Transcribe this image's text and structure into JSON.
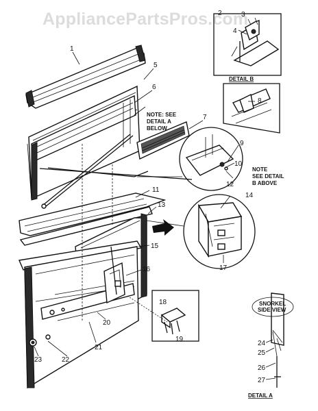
{
  "watermark": "AppliancePartsPros.com",
  "callouts": {
    "n1": "1",
    "n2": "2",
    "n3": "3",
    "n4": "4",
    "n5": "5",
    "n6": "6",
    "n7": "7",
    "n8": "8",
    "n9": "9",
    "n10": "10",
    "n11": "11",
    "n12": "12",
    "n13": "13",
    "n14": "14",
    "n15": "15",
    "n16": "16",
    "n17": "17",
    "n18": "18",
    "n19": "19",
    "n20": "20",
    "n21": "21",
    "n22": "22",
    "n23": "23",
    "n24": "24",
    "n25": "25",
    "n26": "26",
    "n27": "27"
  },
  "notes": {
    "detail_a_note": [
      "NOTE: SEE",
      "DETAIL A",
      "BELOW"
    ],
    "detail_b_note": [
      "NOTE",
      "SEE DETAIL",
      "B ABOVE"
    ],
    "snorkel": [
      "SNORKEL",
      "SIDE VIEW"
    ]
  },
  "detail_labels": {
    "detail_b": "DETAIL B",
    "detail_a": "DETAIL A"
  }
}
